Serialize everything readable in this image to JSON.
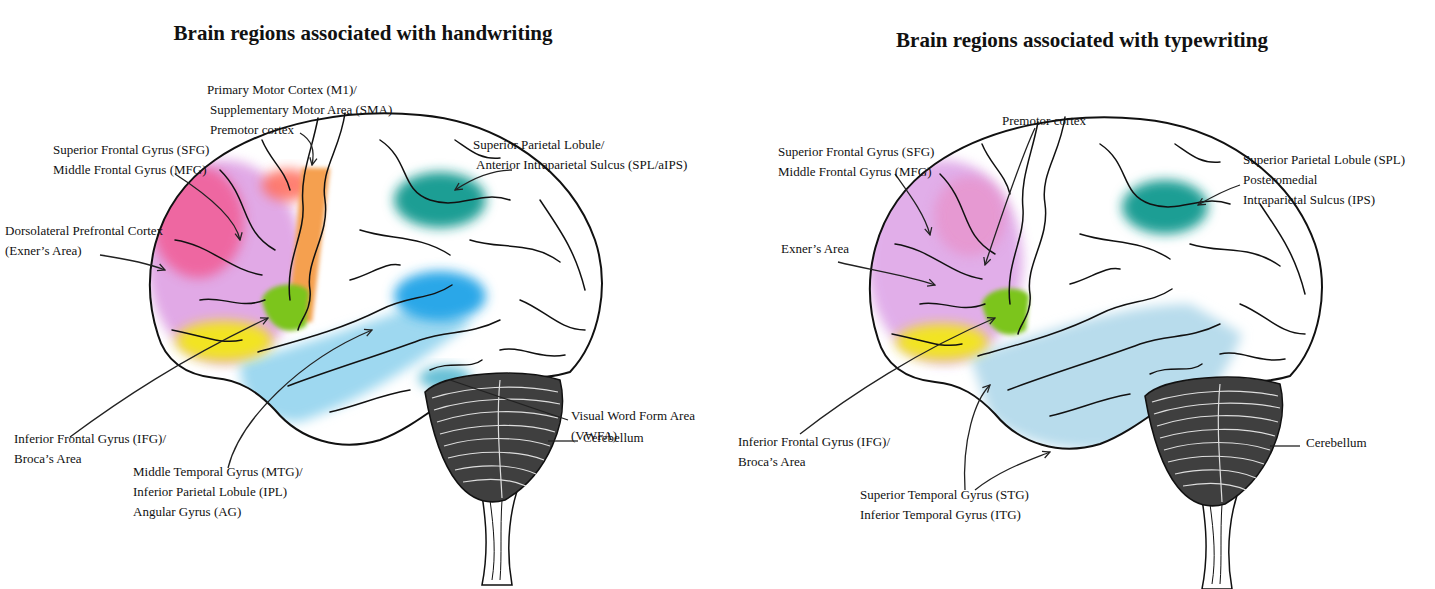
{
  "diagram": {
    "labels": [
      "Brain regions associated with handwriting",
      "Brain regions associated with typewriting",
      "Primary Motor Cortex (M1)/ Supplementary Motor Area (SMA) Premotor cortex",
      "Superior Frontal Gyrus (SFG) Middle Frontal Gyrus (MFG)",
      "Superior Parietal Lobule/ Anterior Intraparietal Sulcus (SPL/aIPS)",
      "Dorsolateral Prefrontal Cortex (Exner’s Area)",
      "Visual Word Form Area (VWFA)",
      "Cerebellum",
      "Inferior Frontal Gyrus (IFG)/ Broca’s Area",
      "Middle Temporal Gyrus (MTG)/ Inferior Parietal Lobule (IPL) Angular Gyrus (AG)",
      "Premotor cortex",
      "Superior Frontal Gyrus (SFG) Middle Frontal Gyrus (MFG)",
      "Superior Parietal Lobule (SPL) Posteromedial Intraparietal Sulcus (IPS)",
      "Exner’s Area",
      "Inferior Frontal Gyrus (IFG)/ Broca’s Area",
      "Cerebellum",
      "Superior Temporal Gyrus (STG) Inferior Temporal Gyrus (ITG)"
    ]
  }
}
